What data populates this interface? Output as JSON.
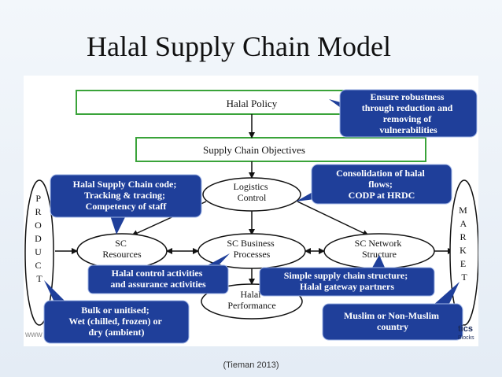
{
  "slide": {
    "title": "Halal Supply Chain Model",
    "citation": "(Tieman 2013)"
  },
  "boxes": {
    "policy": "Halal Policy",
    "objectives": "Supply Chain Objectives"
  },
  "nodes": {
    "logistics": [
      "Logistics",
      "Control"
    ],
    "resources": [
      "SC",
      "Resources"
    ],
    "processes": [
      "SC Business",
      "Processes"
    ],
    "network": [
      "SC Network",
      "Structure"
    ],
    "performance": [
      "Halal",
      "Performance"
    ]
  },
  "callouts": {
    "robustness": [
      "Ensure robustness",
      "through reduction and",
      "removing of",
      "vulnerabilities"
    ],
    "consolidation": [
      "Consolidation of halal",
      "flows;",
      "CODP at HRDC"
    ],
    "code": [
      "Halal Supply Chain code;",
      "Tracking & tracing;",
      "Competency of staff"
    ],
    "control": [
      "Halal control activities",
      "and assurance activities"
    ],
    "structure": [
      "Simple supply chain structure;",
      "Halal gateway partners"
    ],
    "bulk": [
      "Bulk or unitised;",
      "Wet (chilled, frozen) or",
      "dry (ambient)"
    ],
    "muslim": [
      "Muslim or Non-Muslim",
      "country"
    ]
  },
  "sides": {
    "product": [
      "P",
      "R",
      "O",
      "D",
      "U",
      "C",
      "T"
    ],
    "market": [
      "M",
      "A",
      "R",
      "K",
      "E",
      "T"
    ]
  },
  "watermark": {
    "left": "www",
    "right_top": "tics",
    "right_bottom": "Blocks"
  },
  "colors": {
    "box_border": "#3aa33a",
    "callout_fill": "#1f3f9a",
    "callout_text": "#ffffff",
    "node_border": "#111111"
  }
}
